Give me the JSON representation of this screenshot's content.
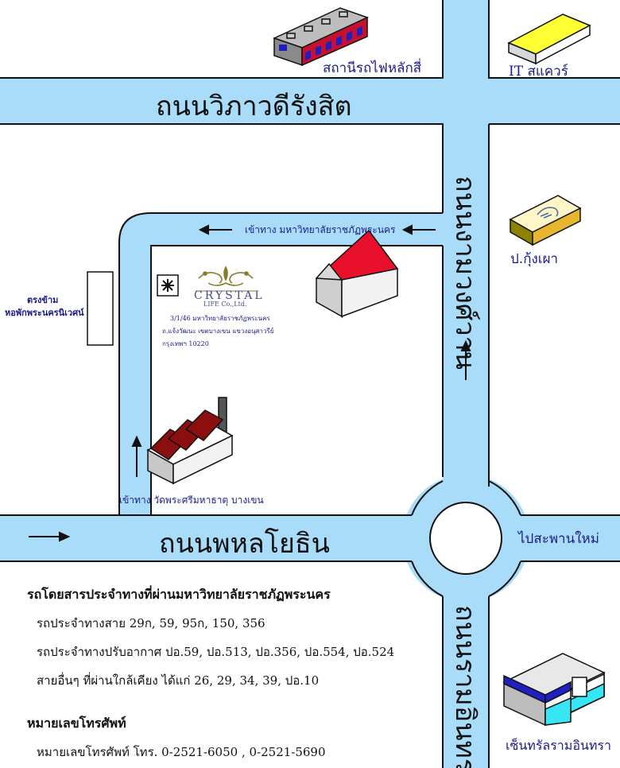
{
  "roads": {
    "vibhavadi": "ถนนวิภาวดีรังสิต",
    "phahonyothin": "ถนนพหลโยธิน",
    "ngamwongwan": "ถนนงามวงศ์วาน",
    "ramintra": "ถนนรามอินทรา"
  },
  "places": {
    "train_station": "สถานีรถไฟหลักสี่",
    "it_square": "IT สแควร์",
    "kung_pao": "ป.กุ้งเผา",
    "opposite_line1": "ตรงข้าม",
    "opposite_line2": "หอพักพระนครนิเวศน์",
    "new_bridge": "ไปสะพานใหม่",
    "central": "เซ็นทรัลรามอินทรา"
  },
  "directions": {
    "entrance_top": "เข้าทาง มหาวิทยาลัยราชภัฏพระนคร",
    "entrance_bottom": "เข้าทาง วัดพระศรีมหาธาตุ บางเขน"
  },
  "company": {
    "logo_name": "CRYSTAL",
    "logo_sub": "LIFE Co.,Ltd.",
    "address_line1": "3/1/46 มหาวิทยาลัยราชภัฏพระนคร",
    "address_line2": "ถ.แจ้งวัฒนะ เขตบางเขน แขวงอนุสาวรีย์",
    "address_line3": "กรุงเทพฯ 10220"
  },
  "info": {
    "bus_title": "รถโดยสารประจำทางที่ผ่านมหาวิทยาลัยราชภัฏพระนคร",
    "bus_line1": "รถประจำทางสาย 29ก, 59, 95ก, 150, 356",
    "bus_line2": "รถประจำทางปรับอากาศ ปอ.59, ปอ.513, ปอ.356, ปอ.554, ปอ.524",
    "bus_line3": "สายอื่นๆ ที่ผ่านใกล้เคียง ได้แก่ 26, 29, 34, 39, ปอ.10",
    "phone_title": "หมายเลขโทรศัพท์",
    "phone_line": "หมายเลขโทรศัพท์ โทร. 0-2521-6050 , 0-2521-5690"
  },
  "colors": {
    "road": "#a8dcf8",
    "road_outline": "#111111",
    "label_blue": "#1a1a8c"
  }
}
